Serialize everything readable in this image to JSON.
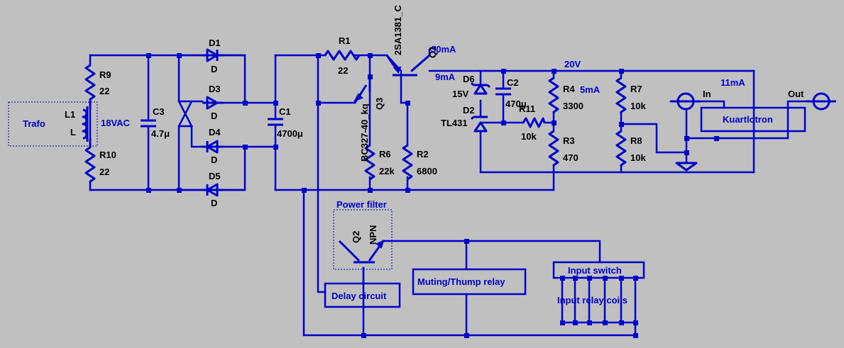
{
  "components": {
    "trafo": {
      "label": "Trafo",
      "ref": "L1",
      "value": "L"
    },
    "r9": {
      "ref": "R9",
      "value": "22"
    },
    "r10": {
      "ref": "R10",
      "value": "22"
    },
    "c3": {
      "ref": "C3",
      "value": "4.7μ"
    },
    "d1": {
      "ref": "D1",
      "value": "D"
    },
    "d3": {
      "ref": "D3",
      "value": "D"
    },
    "d4": {
      "ref": "D4",
      "value": "D"
    },
    "d5": {
      "ref": "D5",
      "value": "D"
    },
    "c1": {
      "ref": "C1",
      "value": "4700μ"
    },
    "r1": {
      "ref": "R1",
      "value": "22"
    },
    "q1": {
      "ref": "Q1",
      "value": "2SA1381_C"
    },
    "q3": {
      "ref": "Q3",
      "value": "BC327-40_kq"
    },
    "r6": {
      "ref": "R6",
      "value": "22k"
    },
    "r2": {
      "ref": "R2",
      "value": "6800"
    },
    "d6": {
      "ref": "D6",
      "value": "15V"
    },
    "d2": {
      "ref": "D2",
      "value": "TL431"
    },
    "c2": {
      "ref": "C2",
      "value": "470μ"
    },
    "r11": {
      "ref": "R11",
      "value": "10k"
    },
    "r4": {
      "ref": "R4",
      "value": "3300"
    },
    "r3": {
      "ref": "R3",
      "value": "470"
    },
    "r7": {
      "ref": "R7",
      "value": "10k"
    },
    "r8": {
      "ref": "R8",
      "value": "10k"
    },
    "q2": {
      "ref": "Q2",
      "value": "NPN"
    }
  },
  "nets": {
    "vac": "18VAC",
    "cur_q1": "30mA",
    "rail": "20V",
    "cur_ref": "9mA",
    "cur_div": "5mA",
    "cur_out": "11mA",
    "in": "In",
    "out": "Out"
  },
  "blocks": {
    "kuartlotron": "Kuartlotron",
    "power_filter": "Power filter",
    "delay": "Delay circuit",
    "muting": "Muting/Thump relay",
    "input_switch": "Input switch",
    "relay_coils": "Input relay coils"
  }
}
